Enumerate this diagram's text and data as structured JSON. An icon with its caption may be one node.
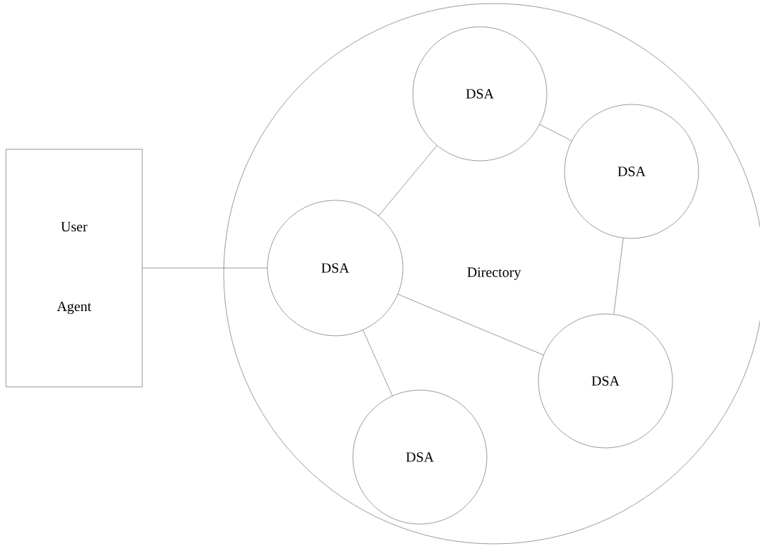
{
  "diagram": {
    "nodes": [
      {
        "text": [
          "User Agent"
        ]
      },
      {
        "text": [
          "Directory"
        ]
      },
      {
        "text": [
          "DSA"
        ],
        "in": 1
      },
      {
        "text": [
          "DSA"
        ],
        "in": 1
      },
      {
        "text": [
          "DSA"
        ],
        "in": 1
      },
      {
        "text": [
          "DSA"
        ],
        "in": 1
      },
      {
        "text": [
          "DSA"
        ],
        "in": 1
      }
    ],
    "edges": [
      {
        "from": 0,
        "to": 2,
        "arrow": "none"
      },
      {
        "from": 2,
        "to": 3,
        "arrow": "none"
      },
      {
        "from": 3,
        "to": 4,
        "arrow": "none"
      },
      {
        "from": 4,
        "to": 5,
        "arrow": "none"
      },
      {
        "from": 2,
        "to": 5,
        "arrow": "none"
      },
      {
        "from": 2,
        "to": 6,
        "arrow": "none"
      }
    ]
  }
}
